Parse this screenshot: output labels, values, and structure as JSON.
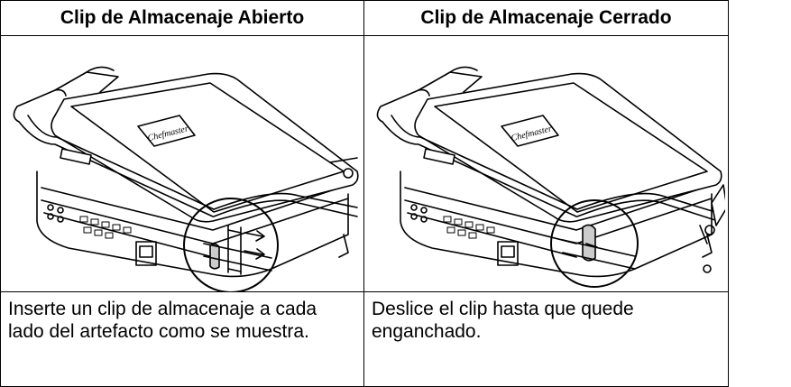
{
  "columns": [
    {
      "header": "Clip de Almacenaje Abierto",
      "caption": "Inserte un clip de almacenaje a cada lado del artefacto como se muestra.",
      "logo_text": "Chefmaster"
    },
    {
      "header": "Clip de Almacenaje Cerrado",
      "caption": "Deslice el clip hasta que quede enganchado.",
      "logo_text": "Chefmaster"
    }
  ]
}
